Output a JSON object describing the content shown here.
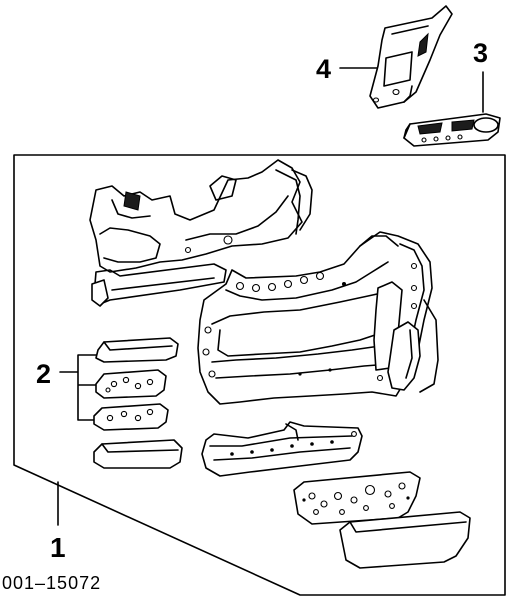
{
  "callouts": {
    "part_1": "1",
    "part_2": "2",
    "part_3": "3",
    "part_4": "4"
  },
  "diagram_number": "001–15072"
}
